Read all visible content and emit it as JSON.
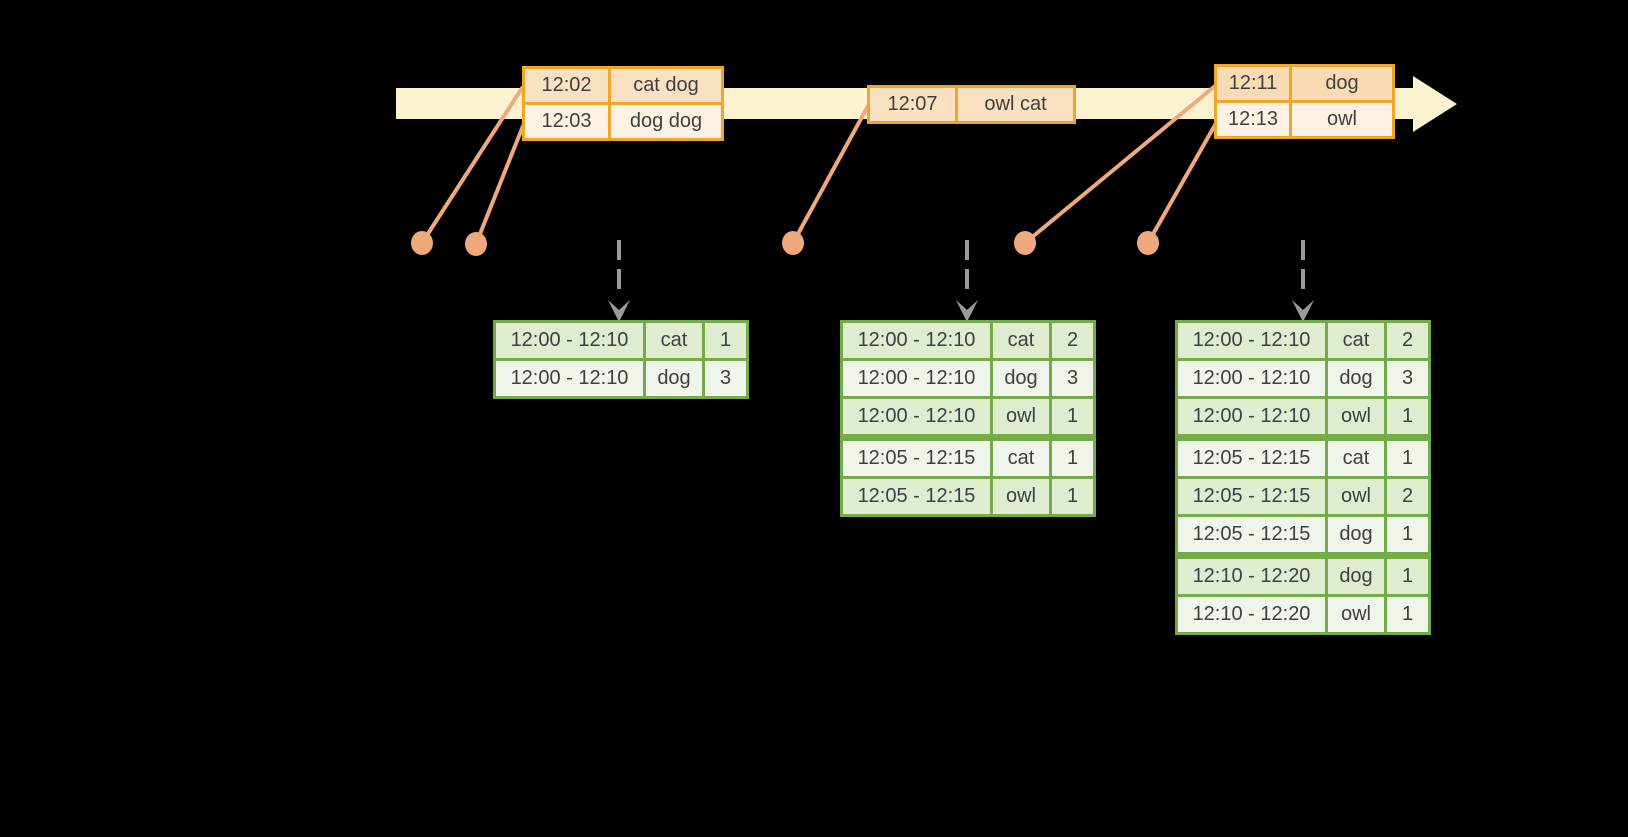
{
  "colors": {
    "background": "#000000",
    "text": "#3f3f3f",
    "timeline": "#fbf2d0",
    "event_border": "#f0a62b",
    "event_row_mid": "#fae1c2",
    "event_row_dark": "#f8dbb2",
    "event_row_lite": "#fdf2e4",
    "green_border": "#73ac47",
    "green_row_tint": "#dfecd2",
    "green_row_lite": "#f0f5eb",
    "dot": "#efa97c",
    "connector": "#efa97c",
    "arrow_gray": "#9a9a9a"
  },
  "event_tables": [
    {
      "rows": [
        {
          "time": "12:02",
          "words": "cat dog"
        },
        {
          "time": "12:03",
          "words": "dog dog"
        }
      ]
    },
    {
      "rows": [
        {
          "time": "12:07",
          "words": "owl cat"
        }
      ]
    },
    {
      "rows": [
        {
          "time": "12:11",
          "words": "dog"
        },
        {
          "time": "12:13",
          "words": "owl"
        }
      ]
    }
  ],
  "result_tables": [
    {
      "rows": [
        {
          "window": "12:00 - 12:10",
          "word": "cat",
          "count": "1"
        },
        {
          "window": "12:00 - 12:10",
          "word": "dog",
          "count": "3"
        }
      ]
    },
    {
      "rows": [
        {
          "window": "12:00 - 12:10",
          "word": "cat",
          "count": "2"
        },
        {
          "window": "12:00 - 12:10",
          "word": "dog",
          "count": "3"
        },
        {
          "window": "12:00 - 12:10",
          "word": "owl",
          "count": "1"
        },
        {
          "window": "12:05 - 12:15",
          "word": "cat",
          "count": "1"
        },
        {
          "window": "12:05 - 12:15",
          "word": "owl",
          "count": "1"
        }
      ]
    },
    {
      "rows": [
        {
          "window": "12:00 - 12:10",
          "word": "cat",
          "count": "2"
        },
        {
          "window": "12:00 - 12:10",
          "word": "dog",
          "count": "3"
        },
        {
          "window": "12:00 - 12:10",
          "word": "owl",
          "count": "1"
        },
        {
          "window": "12:05 - 12:15",
          "word": "cat",
          "count": "1"
        },
        {
          "window": "12:05 - 12:15",
          "word": "owl",
          "count": "2"
        },
        {
          "window": "12:05 - 12:15",
          "word": "dog",
          "count": "1"
        },
        {
          "window": "12:10 - 12:20",
          "word": "dog",
          "count": "1"
        },
        {
          "window": "12:10 - 12:20",
          "word": "owl",
          "count": "1"
        }
      ]
    }
  ]
}
